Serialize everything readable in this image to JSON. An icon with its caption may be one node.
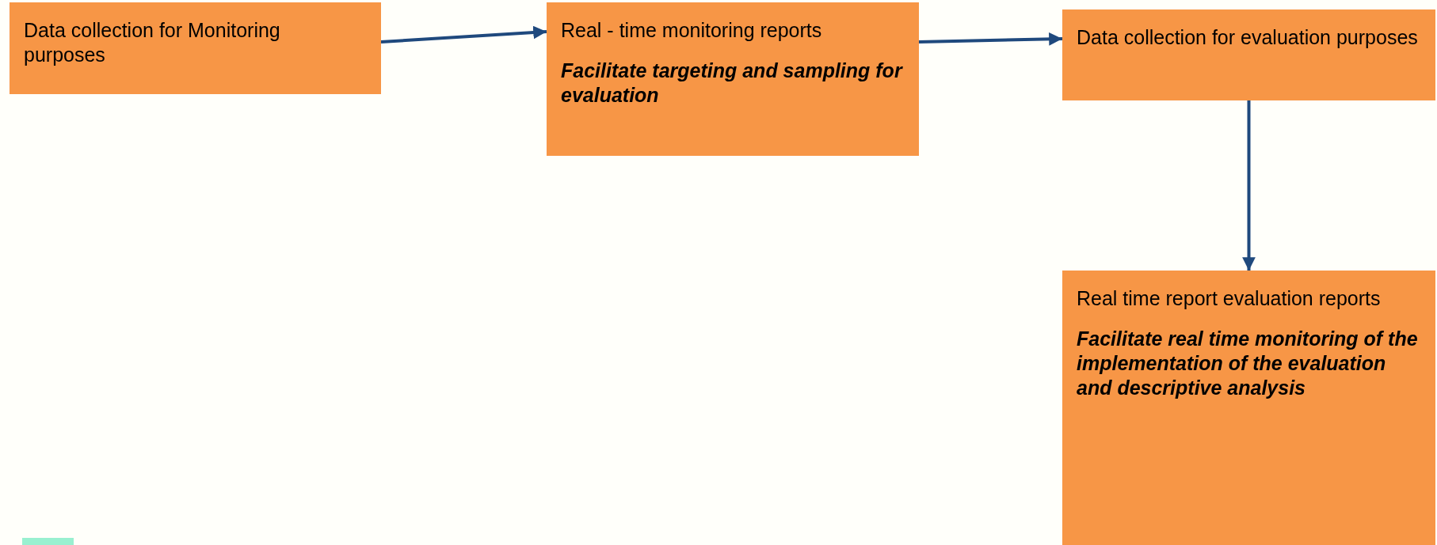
{
  "diagram": {
    "nodes": [
      {
        "text": [
          "Data collection for Monitoring purposes"
        ]
      },
      {
        "text": [
          "Real - time monitoring reports",
          "Facilitate targeting and sampling for evaluation"
        ]
      },
      {
        "text": [
          "Data collection for evaluation purposes"
        ]
      },
      {
        "text": [
          "Real time report evaluation reports",
          "Facilitate real time monitoring of the implementation of the evaluation and descriptive analysis"
        ]
      }
    ],
    "edges": [
      {
        "from": 0,
        "to": 1,
        "arrow": "to"
      },
      {
        "from": 1,
        "to": 2,
        "arrow": "to"
      },
      {
        "from": 2,
        "to": 3,
        "arrow": "to"
      }
    ]
  }
}
